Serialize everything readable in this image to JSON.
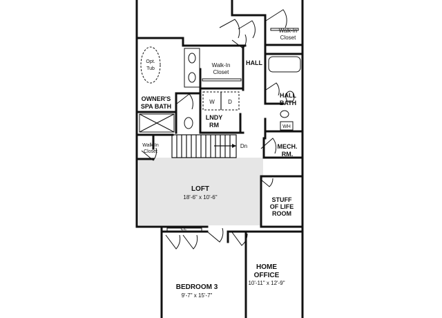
{
  "rooms": {
    "opt_tub": [
      "Opt.",
      "Tub"
    ],
    "walk_in_closet_owner": [
      "Walk-In",
      "Closet"
    ],
    "walk_in_closet_top": [
      "Walk-In",
      "Closet"
    ],
    "hall": "HALL",
    "owners_spa_bath": [
      "OWNER'S",
      "SPA BATH"
    ],
    "hall_bath": [
      "HALL",
      "BATH"
    ],
    "washer": "W",
    "dryer": "D",
    "lndy_rm": [
      "LNDY",
      "RM"
    ],
    "water_heater": "WH",
    "walk_in_closet_small": [
      "Walk-In",
      "Closet"
    ],
    "stair_dn": "Dn",
    "mech_rm": [
      "MECH.",
      "RM."
    ],
    "loft": {
      "name": "LOFT",
      "size": "18'-6\" x 10'-6\""
    },
    "stuff_of_life": [
      "STUFF",
      "OF LIFE",
      "ROOM"
    ],
    "cl": "CL",
    "home_office": {
      "name": [
        "HOME",
        "OFFICE"
      ],
      "size": "10'-11\" x 12'-9\""
    },
    "bedroom3": {
      "name": "BEDROOM 3",
      "size": "9'-7\" x 15'-7\""
    }
  }
}
